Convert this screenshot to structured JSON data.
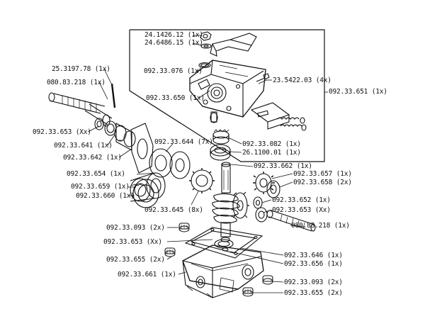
{
  "labels": {
    "p_24_1426_12": "24.1426.12  (1x)",
    "p_24_6486_15": "24.6486.15  (1x)",
    "p_092_33_076": "092.33.076  (1x)",
    "p_23_5422_03": "23.5422.03  (4x)",
    "p_092_33_651": "092.33.651  (1x)",
    "p_092_33_650": "092.33.650  (1x)",
    "p_25_3197_78": "25.3197.78  (1x)",
    "p_080_83_218_top": "080.83.218  (1x)",
    "p_092_33_653_top": "092.33.653  (Xx)",
    "p_092_33_641": "092.33.641  (1x)",
    "p_092_33_642": "092.33.642  (1x)",
    "p_092_33_644": "092.33.644  (7x)",
    "p_092_33_082": "092.33.082  (1x)",
    "p_26_1100_01": "26.1100.01  (1x)",
    "p_092_33_662": "092.33.662  (1x)",
    "p_092_33_654": "092.33.654  (1x)",
    "p_092_33_657": "092.33.657  (1x)",
    "p_092_33_658": "092.33.658  (2x)",
    "p_092_33_659": "092.33.659  (1x)",
    "p_092_33_660": "092.33.660  (1x)",
    "p_092_33_652": "092.33.652  (1x)",
    "p_092_33_645": "092.33.645  (8x)",
    "p_092_33_653_mid": "092.33.653  (Xx)",
    "p_092_33_093_left": "092.33.093  (2x)",
    "p_080_83_218_right": "080.83.218  (1x)",
    "p_092_33_653_low": "092.33.653  (Xx)",
    "p_092_33_646": "092.33.646  (1x)",
    "p_092_33_655_left": "092.33.655  (2x)",
    "p_092_33_656": "092.33.656  (1x)",
    "p_092_33_661": "092.33.661  (1x)",
    "p_092_33_093_right": "092.33.093  (2x)",
    "p_092_33_655_right": "092.33.655  (2x)"
  }
}
